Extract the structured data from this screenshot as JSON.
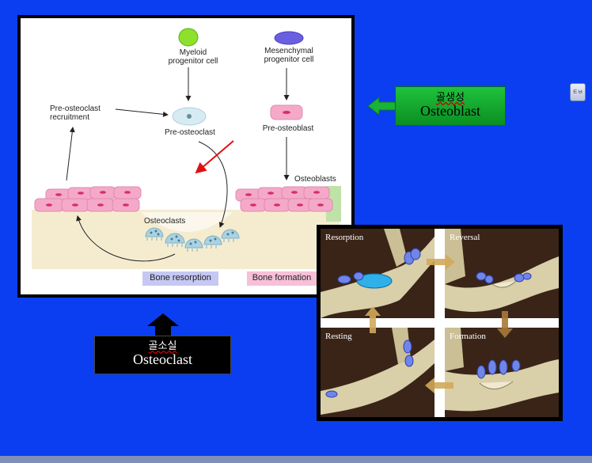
{
  "diagram": {
    "myeloid_label": "Myeloid\nprogenitor cell",
    "mesenchymal_label": "Mesenchymal\nprogenitor cell",
    "pre_osteoclast_recruitment": "Pre-osteoclast\nrecruitment",
    "pre_osteoclast": "Pre-osteoclast",
    "pre_osteoblast": "Pre-osteoblast",
    "osteoblasts": "Osteoblasts",
    "osteoclasts": "Osteoclasts",
    "bone_resorption": "Bone resorption",
    "bone_formation": "Bone formation"
  },
  "osteoblast_label": {
    "korean": "골생성",
    "english": "Osteoblast"
  },
  "osteoclast_label": {
    "korean": "골소실",
    "english": "Osteoclast"
  },
  "small_button": {
    "label": "ㅌㅂ"
  },
  "cycle": {
    "resorption": "Resorption",
    "reversal": "Reversal",
    "resting": "Resting",
    "formation": "Formation"
  },
  "colors": {
    "background": "#0a3ef0",
    "osteoblast_pink": "#f5a9c8",
    "osteoclast_blue": "#a9d3e3",
    "bone": "#f5ecd0",
    "green_label": "#19b337",
    "red_arrow": "#e01010"
  }
}
